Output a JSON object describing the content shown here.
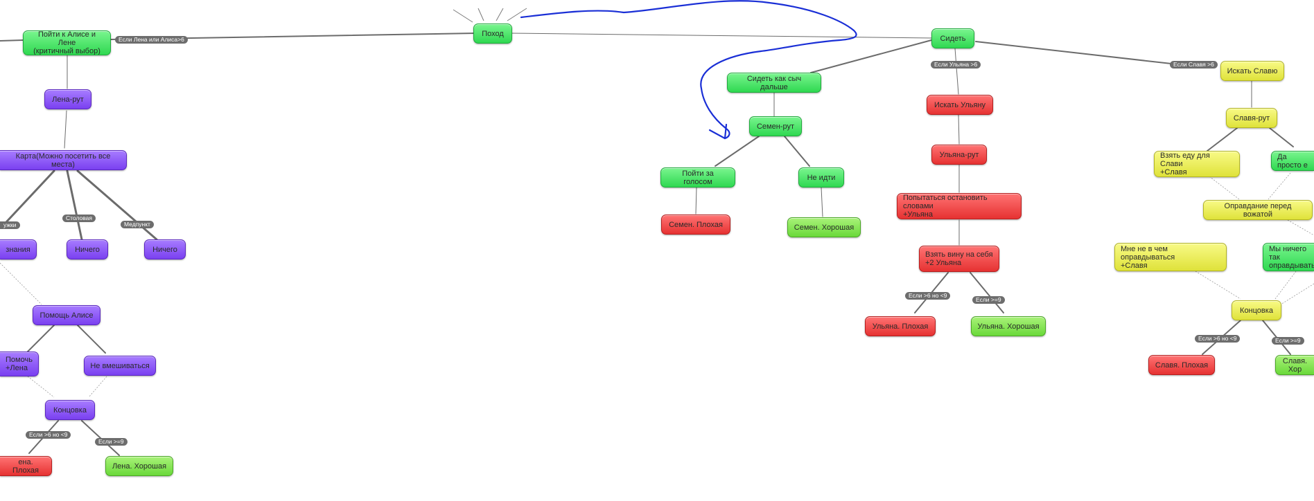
{
  "nodes": {
    "pokhod": "Поход",
    "poiti_k_alise": "Пойти к Алисе и Лене\n(критичный выбор)",
    "lena_rut": "Лена-рут",
    "karta": "Карта(Можно посетить все места)",
    "leftcut_a": "знания",
    "nichego1": "Ничего",
    "nichego2": "Ничего",
    "pomosh_alise": "Помощь Алисе",
    "pomoch_lena": "Помочь\n+Лена",
    "ne_vmeshivatsya": "Не вмешиваться",
    "kontsovka_lena": "Концовка",
    "lena_plokhaya": "ена. Плохая",
    "lena_khoroshaya": "Лена. Хорошая",
    "sidet": "Сидеть",
    "sidet_kak_syc": "Сидеть как сыч дальше",
    "semen_rut": "Семен-рут",
    "poiti_za_golosom": "Пойти за голосом",
    "ne_idti": "Не идти",
    "semen_plokhaya": "Семен. Плохая",
    "semen_khoroshaya": "Семен. Хорошая",
    "iskat_ulyanu": "Искать Ульяну",
    "ulyana_rut": "Ульяна-рут",
    "popytatsya": "Попытаться остановить словами\n+Ульяна",
    "vzyat_vinu": "Взять вину на себя\n+2 Ульяна",
    "ulyana_plokhaya": "Ульяна. Плохая",
    "ulyana_khoroshaya": "Ульяна. Хорошая",
    "iskat_slavyu": "Искать Славю",
    "slavya_rut": "Славя-рут",
    "vzyat_edu": "Взять еду для Слави\n+Славя",
    "da_prosto": "Да просто е",
    "opravdanie": "Оправдание перед вожатой",
    "mne_ne_v_chem": "Мне не в чем оправдываться\n+Славя",
    "my_nichego": "Мы ничего так\nоправдывать",
    "kontsovka_slavya": "Концовка",
    "slavya_plokhaya": "Славя. Плохая",
    "slavya_khoroshaya": "Славя. Хор"
  },
  "edge_labels": {
    "esli_lena_ili_alisa": "Если Лена или Алиса>6",
    "esli_ulyana": "Если Ульяна >6",
    "esli_slavya": "Если Славя >6",
    "leftcut_b": "ужки",
    "stolovaya": "Столовая",
    "medpunkt": "Медпункт",
    "lena_6_9": "Если >6 но <9",
    "lena_9": "Если >=9",
    "ulyana_6_9": "Если >6 но <9",
    "ulyana_9": "Если >=9",
    "slavya_6_9": "Если >6 но <9",
    "slavya_9": "Если >=9"
  },
  "colors": {
    "green": "#3ee05c",
    "red": "#ef4444",
    "purple": "#8a52f5",
    "yellow": "#ecee55",
    "light_green": "#7fe24c",
    "connector": "#6b6b6b",
    "annotation": "#1a2fd6"
  }
}
